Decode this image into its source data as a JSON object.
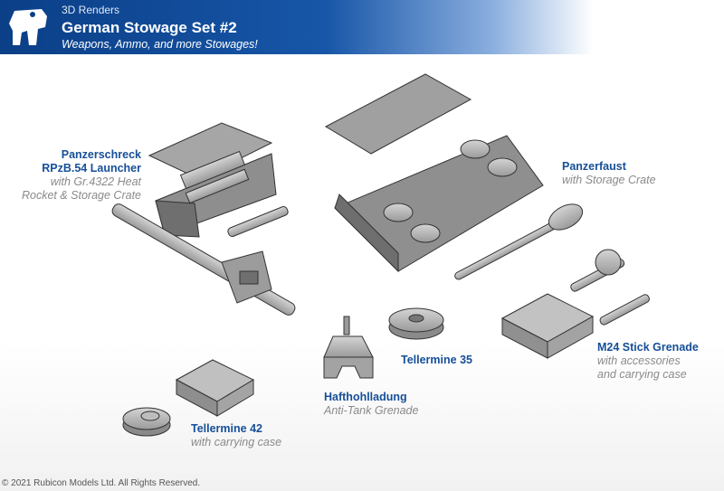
{
  "header": {
    "kicker": "3D Renders",
    "title": "German Stowage Set #2",
    "subtitle": "Weapons, Ammo, and more Stowages!"
  },
  "items": {
    "panzerschreck": {
      "name_line1": "Panzerschreck",
      "name_line2": "RPzB.54 Launcher",
      "desc_line1": "with Gr.4322 Heat",
      "desc_line2": "Rocket & Storage Crate"
    },
    "panzerfaust": {
      "name": "Panzerfaust",
      "desc": "with Storage Crate"
    },
    "m24": {
      "name": "M24 Stick Grenade",
      "desc_line1": "with accessories",
      "desc_line2": "and carrying case"
    },
    "tellermine35": {
      "name": "Tellermine 35"
    },
    "hafthohlladung": {
      "name": "Hafthohlladung",
      "desc": "Anti-Tank Grenade"
    },
    "tellermine42": {
      "name": "Tellermine 42",
      "desc": "with carrying case"
    }
  },
  "footer": {
    "copyright": "© 2021 Rubicon Models Ltd. All Rights Reserved."
  },
  "colors": {
    "banner": "#0b3f87",
    "label_name": "#164f98",
    "label_desc": "#8a8a8a",
    "render_fill": "#b9b9b9",
    "render_dark": "#4a4a4a"
  }
}
